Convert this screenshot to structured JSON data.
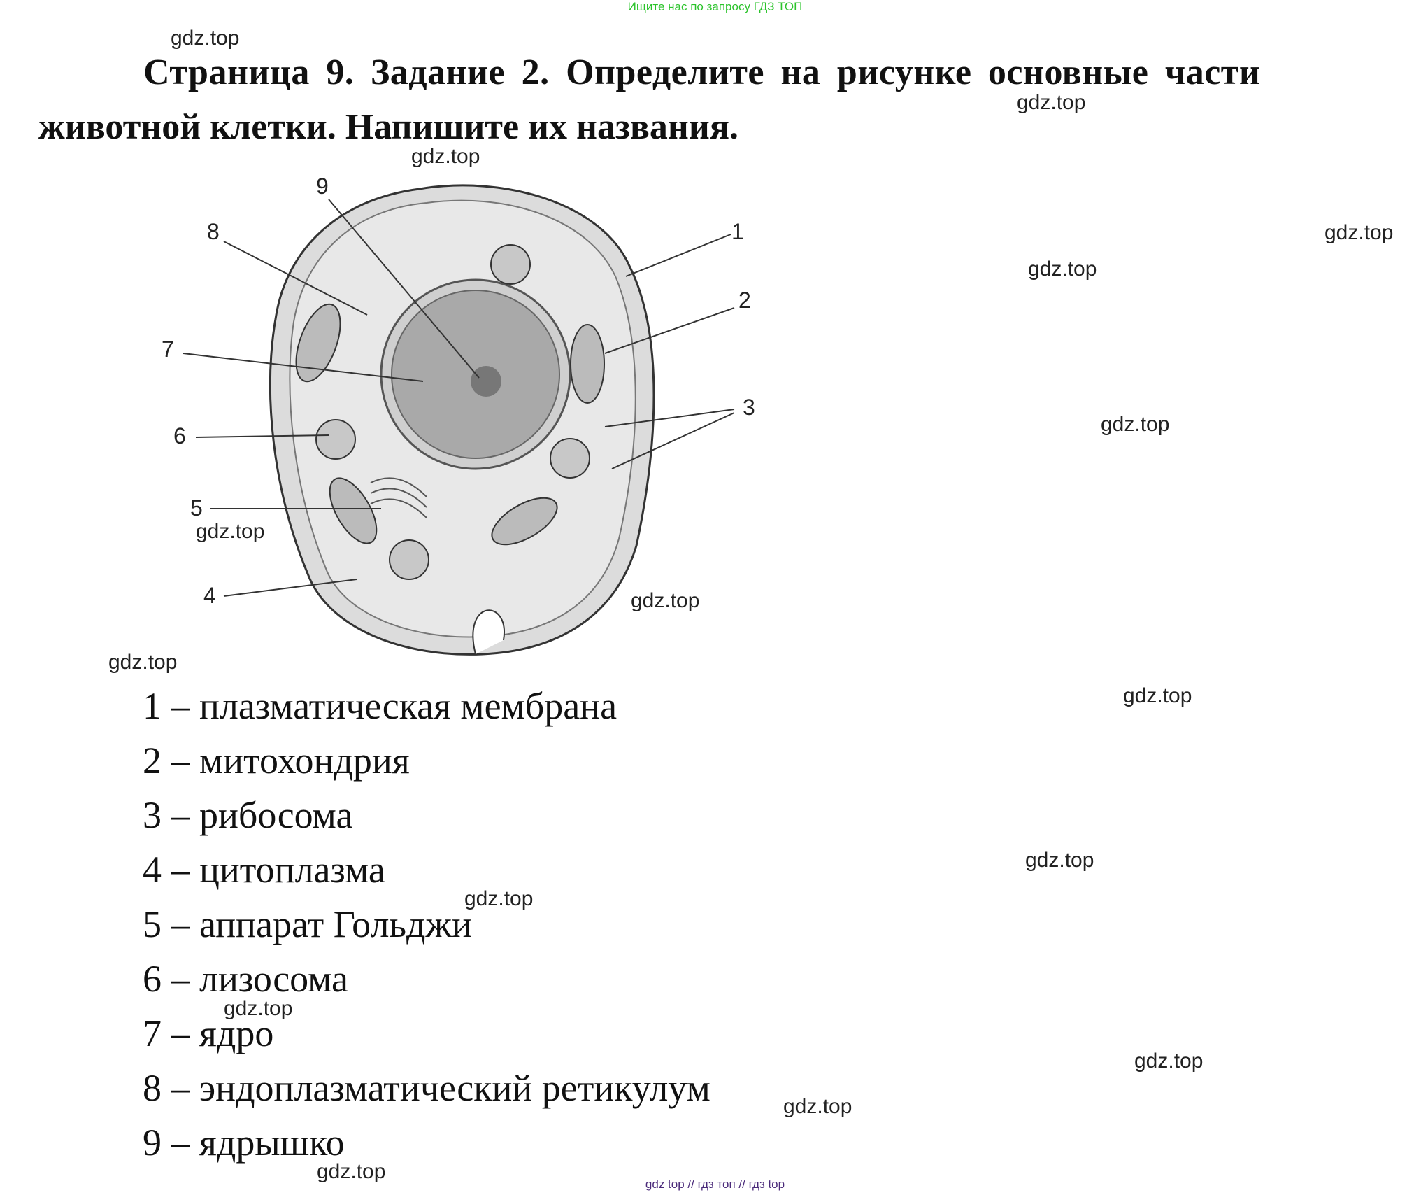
{
  "header_note": "Ищите нас по запросу ГДЗ ТОП",
  "title_line1": "Страница 9. Задание 2. Определите на рисунке основные части",
  "title_line2": "животной клетки. Напишите их названия.",
  "figure_labels": [
    "1",
    "2",
    "3",
    "4",
    "5",
    "6",
    "7",
    "8",
    "9"
  ],
  "answers": [
    "1 – плазматическая мембрана",
    "2 – митохондрия",
    "3 – рибосома",
    "4 – цитоплазма",
    "5 – аппарат Гольджи",
    "6 – лизосома",
    "7 – ядро",
    "8 – эндоплазматический ретикулум",
    "9 – ядрышко"
  ],
  "watermark": "gdz.top",
  "footer": "gdz top  //  гдз топ  //  гдз top"
}
